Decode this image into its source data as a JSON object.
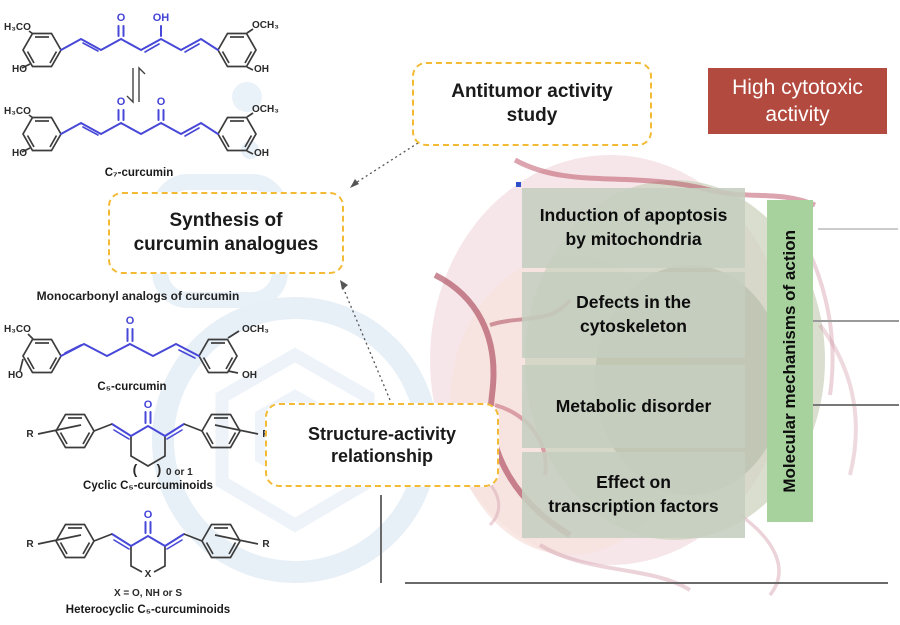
{
  "boxes": {
    "synthesis": {
      "line1": "Synthesis of",
      "line2": "curcumin analogues"
    },
    "antitumor": {
      "line1": "Antitumor activity",
      "line2": "study"
    },
    "sar": {
      "line1": "Structure-activity",
      "line2": "relationship"
    },
    "cytotoxic": {
      "line1": "High cytotoxic",
      "line2": "activity"
    }
  },
  "mechanisms": {
    "bar_title": "Molecular mechanisms of action",
    "items": [
      {
        "line1": "Induction of apoptosis",
        "line2": "by  mitochondria"
      },
      {
        "line1": "Defects in the",
        "line2": "cytoskeleton"
      },
      {
        "line1": "Metabolic disorder",
        "line2": ""
      },
      {
        "line1": "Effect on",
        "line2": "transcription factors"
      }
    ]
  },
  "chem": {
    "heading_monocarbonyl": "Monocarbonyl analogs of curcumin",
    "c7_label": "C₇-curcumin",
    "c5_label": "C₅-curcumin",
    "cyclic_label": "Cyclic C₅-curcuminoids",
    "hetero_label": "Heterocyclic C₅-curcuminoids",
    "x_note": "X = O, NH or S",
    "ring_note": "0 or 1",
    "paren_open": "(",
    "paren_close": ")",
    "atoms": {
      "h3co": "H₃CO",
      "ho": "HO",
      "och3": "OCH₃",
      "oh": "OH",
      "o": "O",
      "r": "R",
      "x": "X"
    }
  },
  "colors": {
    "dashed_border": "#f3bb35",
    "cytotoxic_bg": "#b34a3f",
    "mechanism_box_bg": "#c5cec0",
    "mechanism_bar_bg": "#a7d29e",
    "structure_highlight": "#4848d8",
    "vessel_pink": "#b44a5e"
  }
}
